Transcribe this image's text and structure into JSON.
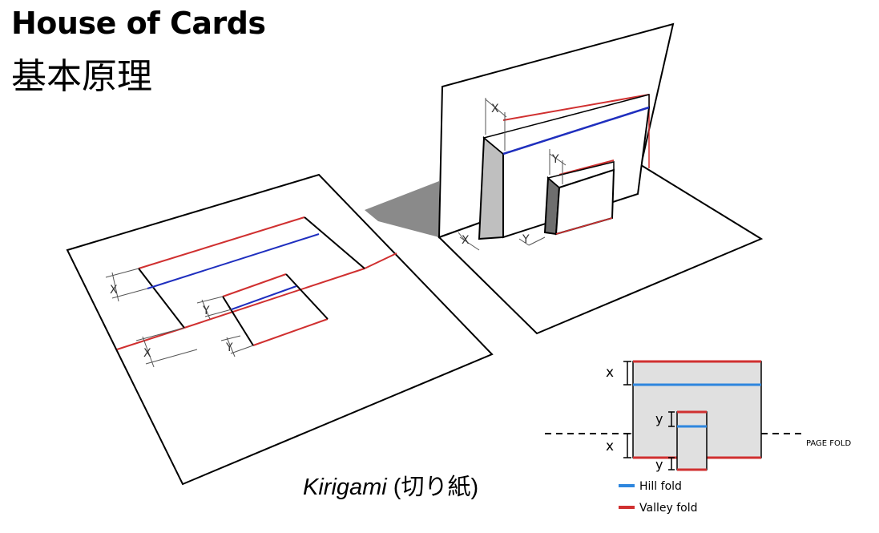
{
  "title": "House of Cards",
  "subtitle": "基本原理",
  "caption": {
    "english": "Kirigami",
    "open_paren": " (",
    "japanese": "切り紙",
    "close_paren": ")"
  },
  "dimension_labels": {
    "x_upper": "X",
    "x_lower": "X",
    "y_upper": "Y",
    "y_lower": "Y"
  },
  "inset": {
    "label_x_top": "x",
    "label_x_bottom": "x",
    "label_y_top": "y",
    "label_y_bottom": "y",
    "page_fold": "PAGE FOLD",
    "legend": [
      {
        "label": "Hill fold",
        "color": "#2e86de"
      },
      {
        "label": "Valley fold",
        "color": "#d03030"
      }
    ]
  },
  "colors": {
    "hill_fold": "#1f2fbf",
    "valley_fold": "#d03030",
    "inset_hill": "#2e86de",
    "inset_fill": "#e0e0e0",
    "shadow": "#8a8a8a"
  }
}
